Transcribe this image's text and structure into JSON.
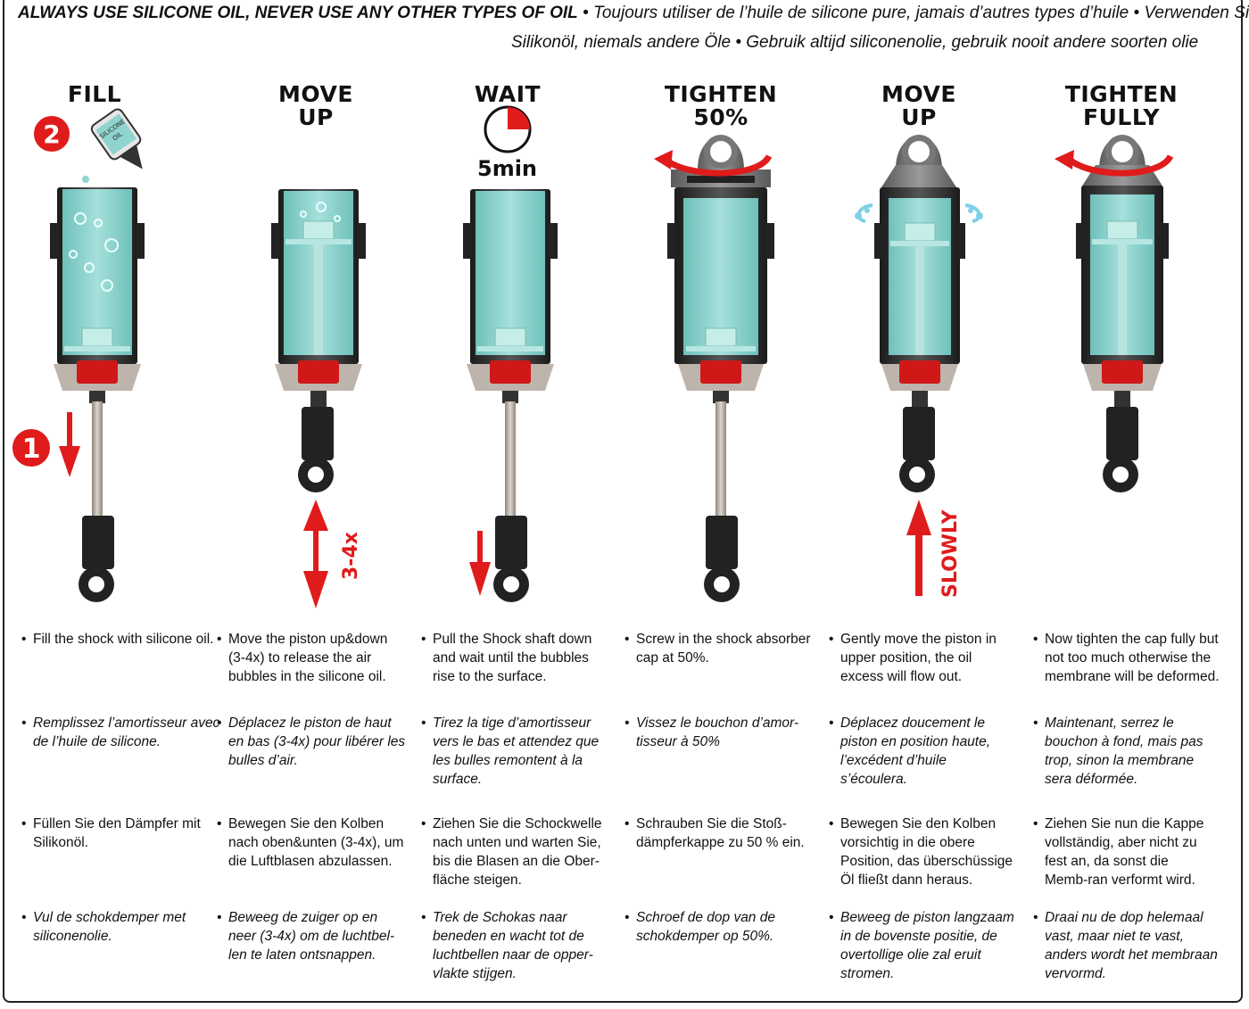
{
  "header": {
    "line1_bold": "ALWAYS USE SILICONE OIL, NEVER USE ANY OTHER TYPES OF OIL",
    "line1_rest": " • Toujours utiliser de l’huile de silicone pure, jamais d’autres types d’huile • Verwenden Sie immer",
    "line2": "Silikonöl, niemals andere Öle • Gebruik altijd siliconenolie, gebruik nooit andere soorten olie"
  },
  "steps": [
    {
      "title1": "FILL",
      "title2": "",
      "en": "Fill the shock with silicone oil.",
      "fr": "Remplissez l’amortisseur avec de l’huile de silicone.",
      "de": "Füllen Sie den Dämpfer mit Silikonöl.",
      "nl": "Vul de schokdemper met siliconenolie."
    },
    {
      "title1": "MOVE",
      "title2": "UP",
      "en": "Move the piston up&down (3-4x) to release the air bubbles in the silicone oil.",
      "fr": "Déplacez le piston de haut en bas (3-4x) pour libérer les bulles d’air.",
      "de": "Bewegen Sie den Kolben nach oben&unten (3-4x), um die Luftblasen abzulassen.",
      "nl": "Beweeg de zuiger op en neer (3-4x) om de luchtbel-len te laten ontsnappen."
    },
    {
      "title1": "WAIT",
      "title2": "",
      "en": "Pull the Shock shaft down and wait until the bubbles rise to the surface.",
      "fr": "Tirez la tige d’amortisseur vers le bas et attendez que les bulles remontent à la surface.",
      "de": "Ziehen Sie die Schockwelle nach unten und warten Sie, bis die Blasen an die Ober-fläche steigen.",
      "nl": "Trek de Schokas naar beneden en wacht tot de luchtbellen naar de opper-vlakte stijgen."
    },
    {
      "title1": "TIGHTEN",
      "title2": "50%",
      "en": "Screw in the shock absorber cap at 50%.",
      "fr": "Vissez le bouchon d’amor-tisseur à 50%",
      "de": "Schrauben Sie die Stoß-dämpferkappe zu 50 % ein.",
      "nl": "Schroef de dop van de schokdemper op 50%."
    },
    {
      "title1": "MOVE",
      "title2": "UP",
      "en": "Gently move the piston in upper position, the oil excess will flow out.",
      "fr": "Déplacez doucement le piston en position haute, l’excédent d’huile s’écoulera.",
      "de": "Bewegen Sie den Kolben vorsichtig in die obere Position, das überschüssige Öl fließt dann heraus.",
      "nl": "Beweeg de piston langzaam in de bovenste positie, de overtollige olie zal eruit stromen."
    },
    {
      "title1": "TIGHTEN",
      "title2": "FULLY",
      "en": "Now tighten the cap fully but not too much otherwise the membrane will be deformed.",
      "fr": "Maintenant, serrez le bouchon à fond, mais pas trop, sinon la membrane sera déformée.",
      "de": "Ziehen Sie nun die Kappe vollständig, aber nicht zu fest an, da sonst die Memb-ran verformt wird.",
      "nl": "Draai nu de dop helemaal vast, maar niet te vast, anders wordt het membraan vervormd."
    }
  ],
  "labels": {
    "badge1": "1",
    "badge2": "2",
    "bottle_line1": "SILICONE",
    "bottle_line2": "OIL",
    "wait_time": "5min",
    "repeat": "3-4x",
    "slowly": "SLOWLY",
    "bullet": "•"
  },
  "colors": {
    "oil": "#8fd4cf",
    "red": "#e01b1b",
    "body": "#2a2a2a",
    "metal": "#bdb5ab"
  }
}
